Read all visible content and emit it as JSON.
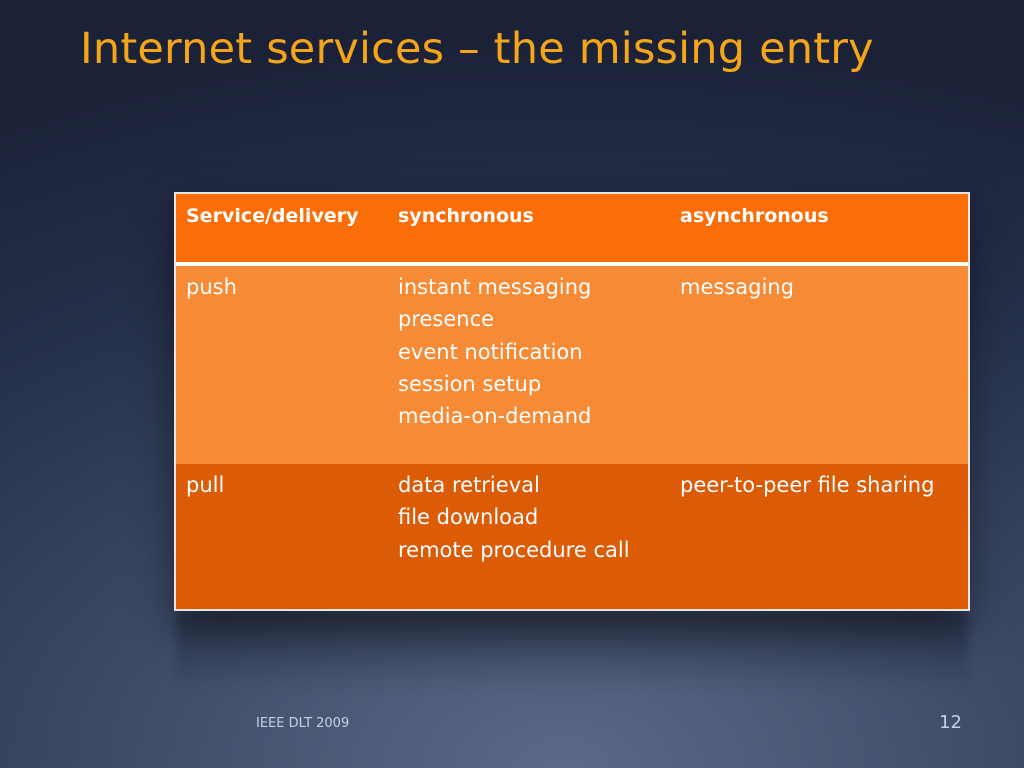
{
  "slide": {
    "title": "Internet services – the missing entry",
    "footer": "IEEE DLT 2009",
    "page_number": "12"
  },
  "table": {
    "headers": [
      "Service/delivery",
      "synchronous",
      "asynchronous"
    ],
    "rows": [
      {
        "label": "push",
        "synchronous": [
          "instant messaging",
          "presence",
          "event notification",
          "session setup",
          "media-on-demand"
        ],
        "asynchronous": "messaging"
      },
      {
        "label": "pull",
        "synchronous": [
          "data retrieval",
          "file download",
          "remote procedure call"
        ],
        "asynchronous": "peer-to-peer file sharing"
      }
    ]
  },
  "colors": {
    "title": "#f5a519",
    "header_bg": "#fb6e07",
    "row_push_bg": "#f68a35",
    "row_pull_bg": "#dc5b06"
  }
}
